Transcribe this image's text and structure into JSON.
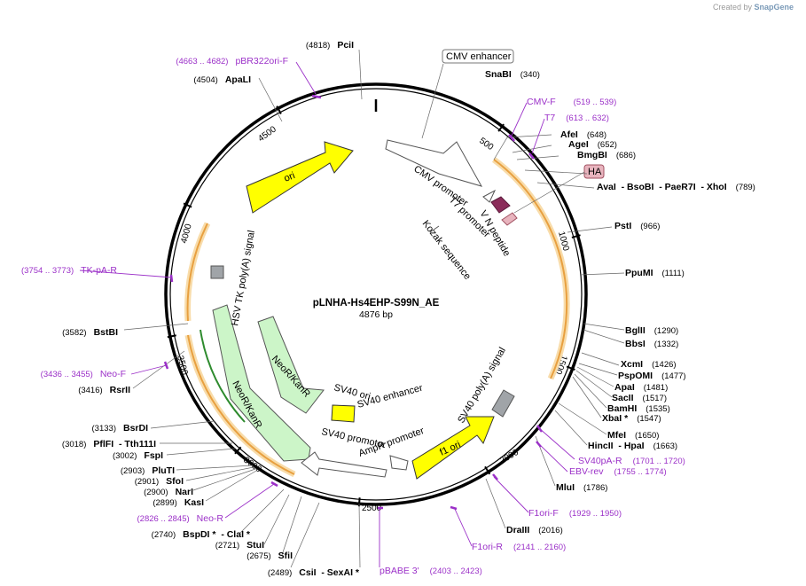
{
  "credit": {
    "prefix": "Created by",
    "brand": "SnapGene"
  },
  "plasmid": {
    "name": "pLNHA-Hs4EHP-S99N_AE",
    "size_label": "4876 bp",
    "length": 4876
  },
  "ticks": [
    {
      "label": "500",
      "pos": 500
    },
    {
      "label": "1000",
      "pos": 1000
    },
    {
      "label": "1500",
      "pos": 1500
    },
    {
      "label": "2000",
      "pos": 2000
    },
    {
      "label": "2500",
      "pos": 2500
    },
    {
      "label": "3000",
      "pos": 3000
    },
    {
      "label": "3500",
      "pos": 3500
    },
    {
      "label": "4000",
      "pos": 4000
    },
    {
      "label": "4500",
      "pos": 4500
    }
  ],
  "features": [
    {
      "name": "CMV enhancer",
      "boxed": true
    },
    {
      "name": "CMV promoter"
    },
    {
      "name": "T7 promoter"
    },
    {
      "name": "V N peptide"
    },
    {
      "name": "Kozak sequence"
    },
    {
      "name": "HA",
      "tag": true
    },
    {
      "name": "SV40 poly(A) signal"
    },
    {
      "name": "f1 ori"
    },
    {
      "name": "AmpR promoter"
    },
    {
      "name": "SV40 promoter"
    },
    {
      "name": "SV40 ori"
    },
    {
      "name": "SV40 enhancer"
    },
    {
      "name": "NeoR/KanR"
    },
    {
      "name": "NeoR/KanR"
    },
    {
      "name": "HSV TK poly(A) signal"
    },
    {
      "name": "ori"
    }
  ],
  "enzymes_right": [
    {
      "name": "SnaBI",
      "pos": "(340)"
    },
    {
      "name": "AfeI",
      "pos": "(648)"
    },
    {
      "name": "AgeI",
      "pos": "(652)"
    },
    {
      "name": "BmgBI",
      "pos": "(686)"
    },
    {
      "name": "AvaI  - BsoBI  - PaeR7I  - XhoI",
      "pos": "(789)"
    },
    {
      "name": "PstI",
      "pos": "(966)"
    },
    {
      "name": "PpuMI",
      "pos": "(1111)"
    },
    {
      "name": "BglII",
      "pos": "(1290)"
    },
    {
      "name": "BbsI",
      "pos": "(1332)"
    },
    {
      "name": "XcmI",
      "pos": "(1426)"
    },
    {
      "name": "PspOMI",
      "pos": "(1477)"
    },
    {
      "name": "ApaI",
      "pos": "(1481)"
    },
    {
      "name": "SacII",
      "pos": "(1517)"
    },
    {
      "name": "BamHI",
      "pos": "(1535)"
    },
    {
      "name": "XbaI *",
      "pos": "(1547)"
    },
    {
      "name": "MfeI",
      "pos": "(1650)"
    },
    {
      "name": "HincII  - HpaI",
      "pos": "(1663)"
    },
    {
      "name": "MluI",
      "pos": "(1786)"
    },
    {
      "name": "DraIII",
      "pos": "(2016)"
    },
    {
      "name": "CsiI  - SexAI *",
      "pos": "(2489)"
    }
  ],
  "enzymes_left": [
    {
      "name": "PciI",
      "pos": "(4818)"
    },
    {
      "name": "ApaLI",
      "pos": "(4504)"
    },
    {
      "name": "BstBI",
      "pos": "(3582)"
    },
    {
      "name": "RsrII",
      "pos": "(3416)"
    },
    {
      "name": "BsrDI",
      "pos": "(3133)"
    },
    {
      "name": "PflFI  - Tth111I",
      "pos": "(3018)"
    },
    {
      "name": "FspI",
      "pos": "(3002)"
    },
    {
      "name": "PluTI",
      "pos": "(2903)"
    },
    {
      "name": "SfoI",
      "pos": "(2901)"
    },
    {
      "name": "NarI",
      "pos": "(2900)"
    },
    {
      "name": "KasI",
      "pos": "(2899)"
    },
    {
      "name": "BspDI *  - ClaI *",
      "pos": "(2740)"
    },
    {
      "name": "StuI",
      "pos": "(2721)"
    },
    {
      "name": "SfiI",
      "pos": "(2675)"
    }
  ],
  "primers": [
    {
      "name": "pBR322ori-F",
      "range": "(4663 .. 4682)"
    },
    {
      "name": "CMV-F",
      "range": "(519 .. 539)"
    },
    {
      "name": "T7",
      "range": "(613 .. 632)"
    },
    {
      "name": "TK-pA-R",
      "range": "(3754 .. 3773)"
    },
    {
      "name": "Neo-F",
      "range": "(3436 .. 3455)"
    },
    {
      "name": "SV40pA-R",
      "range": "(1701 .. 1720)"
    },
    {
      "name": "EBV-rev",
      "range": "(1755 .. 1774)"
    },
    {
      "name": "F1ori-F",
      "range": "(1929 .. 1950)"
    },
    {
      "name": "F1ori-R",
      "range": "(2141 .. 2160)"
    },
    {
      "name": "Neo-R",
      "range": "(2826 .. 2845)"
    },
    {
      "name": "pBABE 3'",
      "range": "(2403 .. 2423)"
    }
  ],
  "colors": {
    "primer": "#9b30c8",
    "ori": "#ffff00",
    "neo": "#ccf5c8",
    "neo_dark": "#2e8b2e",
    "orf": "#e8a040",
    "orf_glow": "#f8dcaa",
    "promoter": "#ffffff",
    "tag": "#e8b4be",
    "vpeptide": "#8b2c5a",
    "polya": "#a0a4a8"
  }
}
